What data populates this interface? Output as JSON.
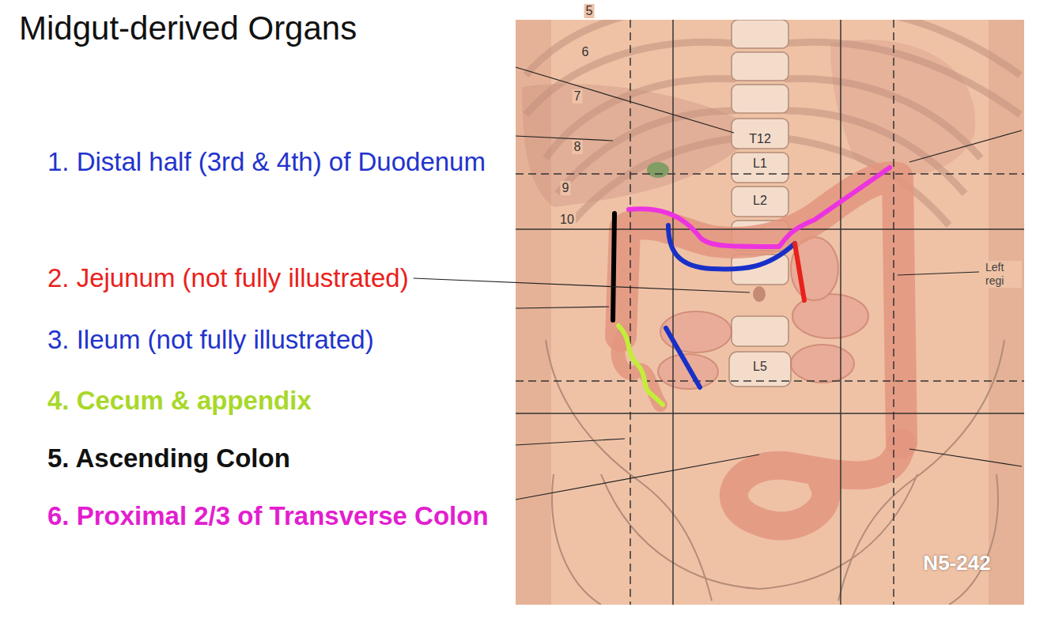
{
  "diagram": {
    "title": "Midgut-derived Organs",
    "labels": [
      "1. Distal half (3rd & 4th) of Duodenum",
      "2. Jejunum (not fully illustrated)",
      "3. Ileum (not fully illustrated)",
      "4. Cecum & appendix",
      "5. Ascending Colon",
      "6. Proximal 2/3 of Transverse Colon",
      "5",
      "6",
      "7",
      "8",
      "9",
      "10",
      "T12",
      "L1",
      "L2",
      "L5",
      "Left regi",
      "N5-242"
    ]
  }
}
